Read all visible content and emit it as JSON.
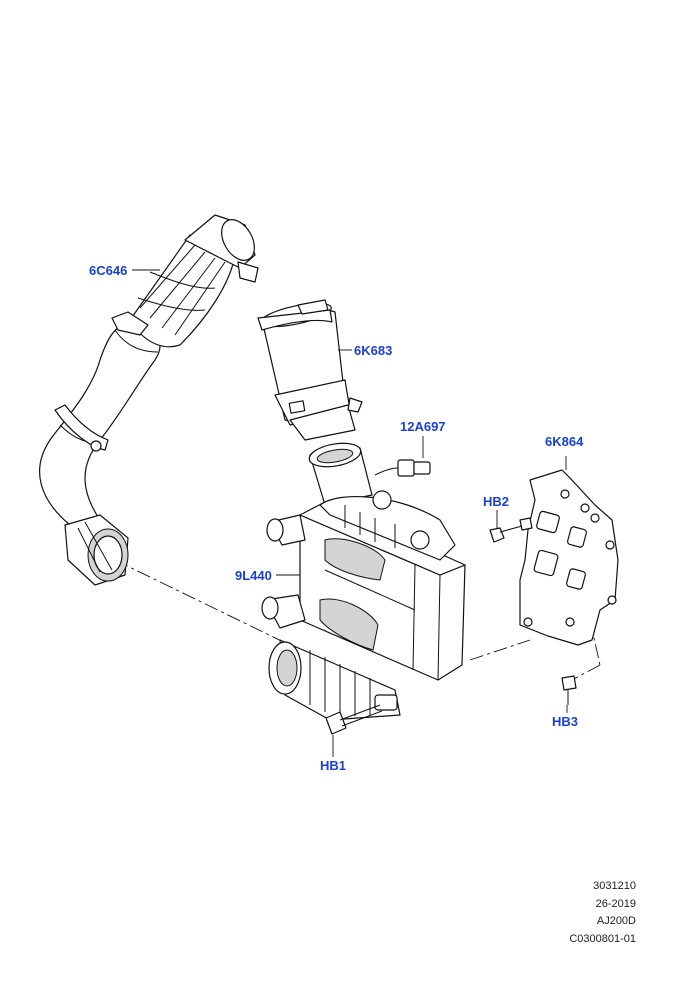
{
  "callouts": {
    "c6C646": "6C646",
    "c6K683": "6K683",
    "c12A697": "12A697",
    "c6K864": "6K864",
    "cHB2": "HB2",
    "c9L440": "9L440",
    "cHB3": "HB3",
    "cHB1": "HB1"
  },
  "footer": {
    "line1": "3031210",
    "line2": "26-2019",
    "line3": "AJ200D",
    "line4": "C0300801-01"
  },
  "colors": {
    "callout": "#1a3fd6",
    "line": "#111111",
    "fill": "#ffffff",
    "shade": "#cfcfcf"
  },
  "icons": {
    "hose": "intake-hose-icon",
    "pipe": "outlet-pipe-icon",
    "sensor": "sensor-icon",
    "intercooler": "intercooler-icon",
    "bracket": "bracket-icon",
    "bolt": "bolt-icon"
  }
}
